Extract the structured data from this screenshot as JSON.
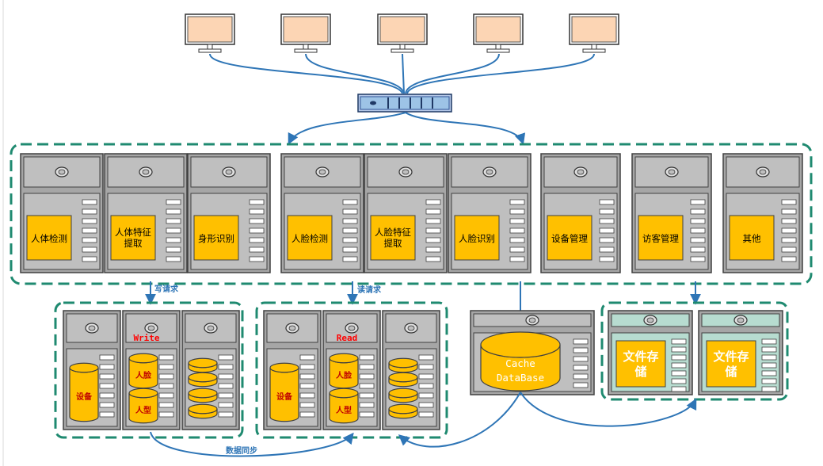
{
  "colors": {
    "monitor_screen": "#fcd5b4",
    "server_body": "#a6a6a6",
    "server_panel": "#bfbfbf",
    "module_yellow": "#ffc000",
    "dashed_border": "#1f8a70",
    "arrow": "#2e75b6",
    "write_read_text": "#ff0000",
    "storage_panel": "#b7dcd0"
  },
  "monitors_count": 5,
  "switch": {
    "icon": "network-switch-icon"
  },
  "services": [
    {
      "label": "人体检测"
    },
    {
      "label": "人体特征\n提取"
    },
    {
      "label": "身形识别"
    },
    {
      "label": "人脸检测"
    },
    {
      "label": "人脸特征\n提取"
    },
    {
      "label": "人脸识别"
    },
    {
      "label": "设备管理"
    },
    {
      "label": "访客管理"
    },
    {
      "label": "其他"
    }
  ],
  "write_group": {
    "arrow_label": "写请求",
    "mode_label": "Write",
    "db_label": "设备",
    "table_labels": [
      "人脸",
      "人型"
    ]
  },
  "read_group": {
    "arrow_label": "读请求",
    "mode_label": "Read",
    "db_label": "设备",
    "table_labels": [
      "人脸",
      "人型"
    ]
  },
  "cache": {
    "label_line1": "Cache",
    "label_line2": "DataBase"
  },
  "file_storage": [
    {
      "label_line1": "文件存",
      "label_line2": "储"
    },
    {
      "label_line1": "文件存",
      "label_line2": "储"
    }
  ],
  "sync_label": "数据同步"
}
